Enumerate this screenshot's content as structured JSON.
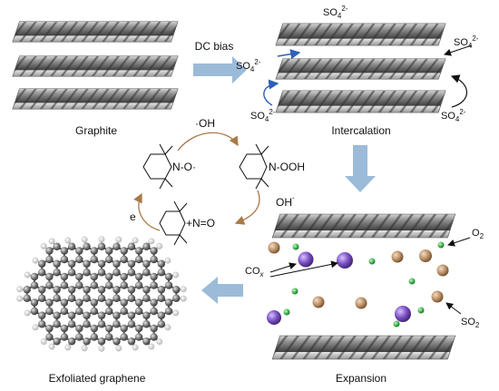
{
  "stages": {
    "graphite": "Graphite",
    "intercalation": "Intercalation",
    "expansion": "Expansion",
    "exfoliated": "Exfoliated graphene"
  },
  "arrows": {
    "dc_bias": "DC bias"
  },
  "species": {
    "so4": "SO",
    "so4_sub": "4",
    "so4_sup": "2-",
    "o2": "O",
    "o2_sub": "2",
    "cox": "CO",
    "cox_sub": "x",
    "so2": "SO",
    "so2_sub": "2"
  },
  "cycle": {
    "oh_radical": "·OH",
    "nitroxide": "N-O·",
    "hydroxylamine": "N-OOH",
    "hydroxide": "OH",
    "hydroxide_sup": "-",
    "oxoammonium": "+N=O",
    "electron": "e"
  },
  "colors": {
    "arrow_blue": "#9bbbd9",
    "carbon_gray": "#777777",
    "co_purple": "#7a4fc2",
    "o2_green": "#3cb24a",
    "so2_brown": "#b58a60",
    "cycle_arrow": "#a87a48"
  }
}
